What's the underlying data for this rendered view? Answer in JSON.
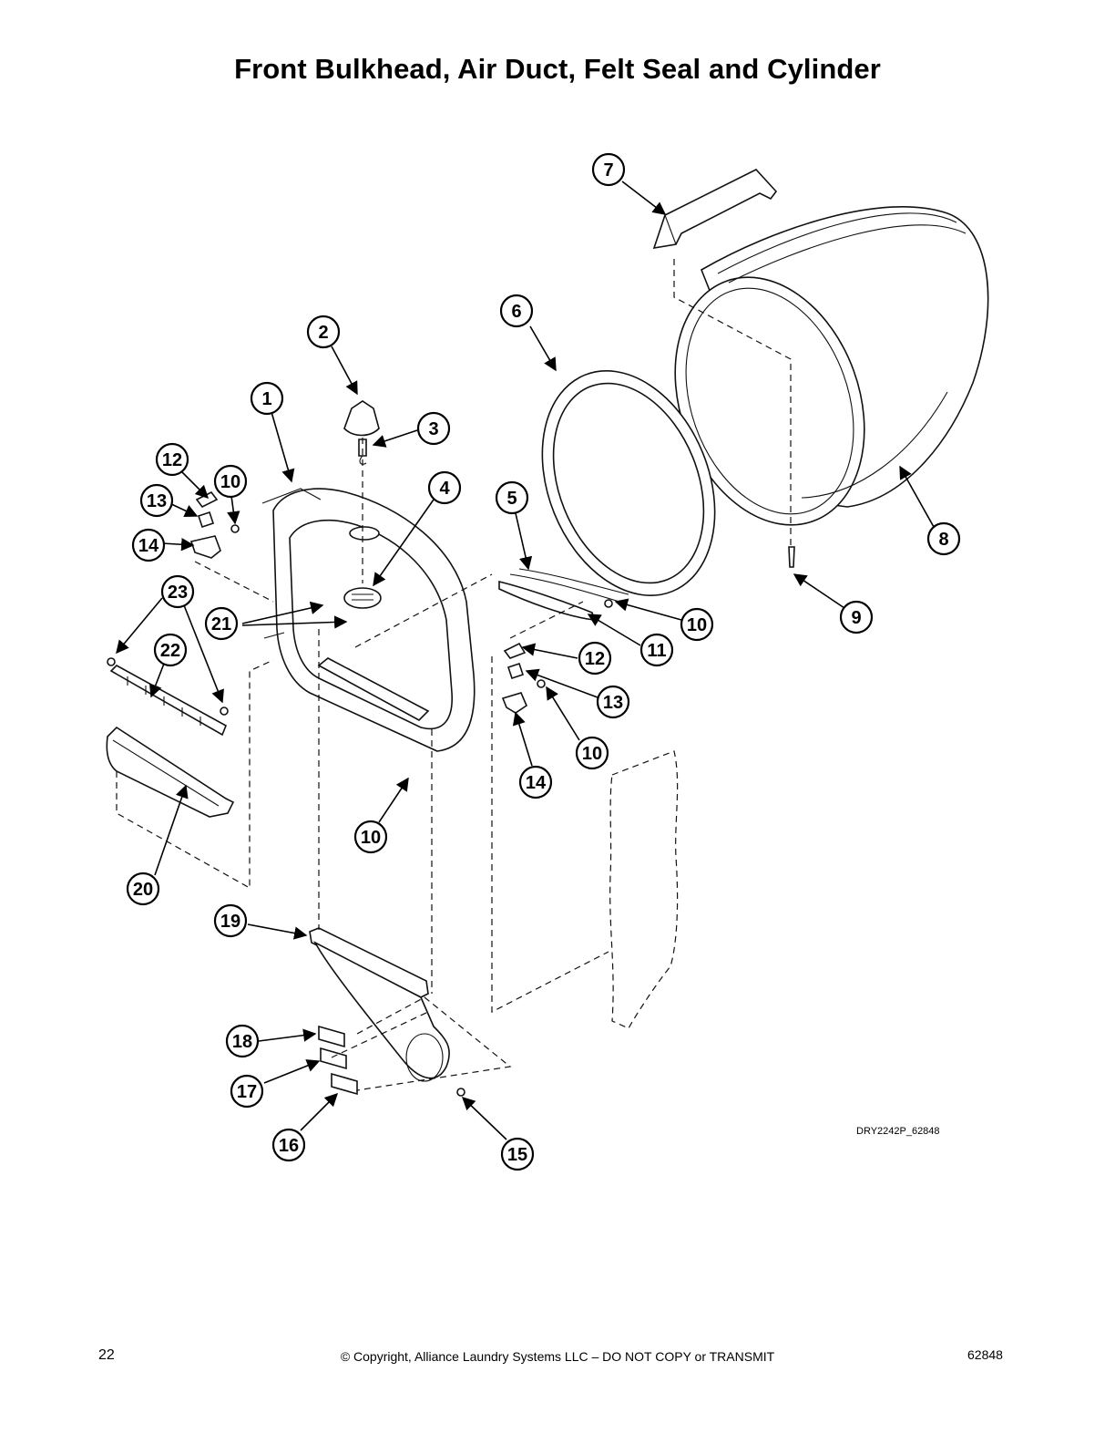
{
  "title": "Front Bulkhead, Air Duct, Felt Seal and Cylinder",
  "drawing_code": "DRY2242P_62848",
  "footer": {
    "page_number": "22",
    "copyright": "© Copyright, Alliance Laundry Systems LLC – DO NOT COPY or TRANSMIT",
    "doc_number": "62848"
  },
  "callouts": [
    "1",
    "2",
    "3",
    "4",
    "5",
    "6",
    "7",
    "8",
    "9",
    "10",
    "10",
    "10",
    "10",
    "11",
    "12",
    "12",
    "13",
    "13",
    "14",
    "14",
    "15",
    "16",
    "17",
    "18",
    "19",
    "20",
    "21",
    "22",
    "23"
  ]
}
